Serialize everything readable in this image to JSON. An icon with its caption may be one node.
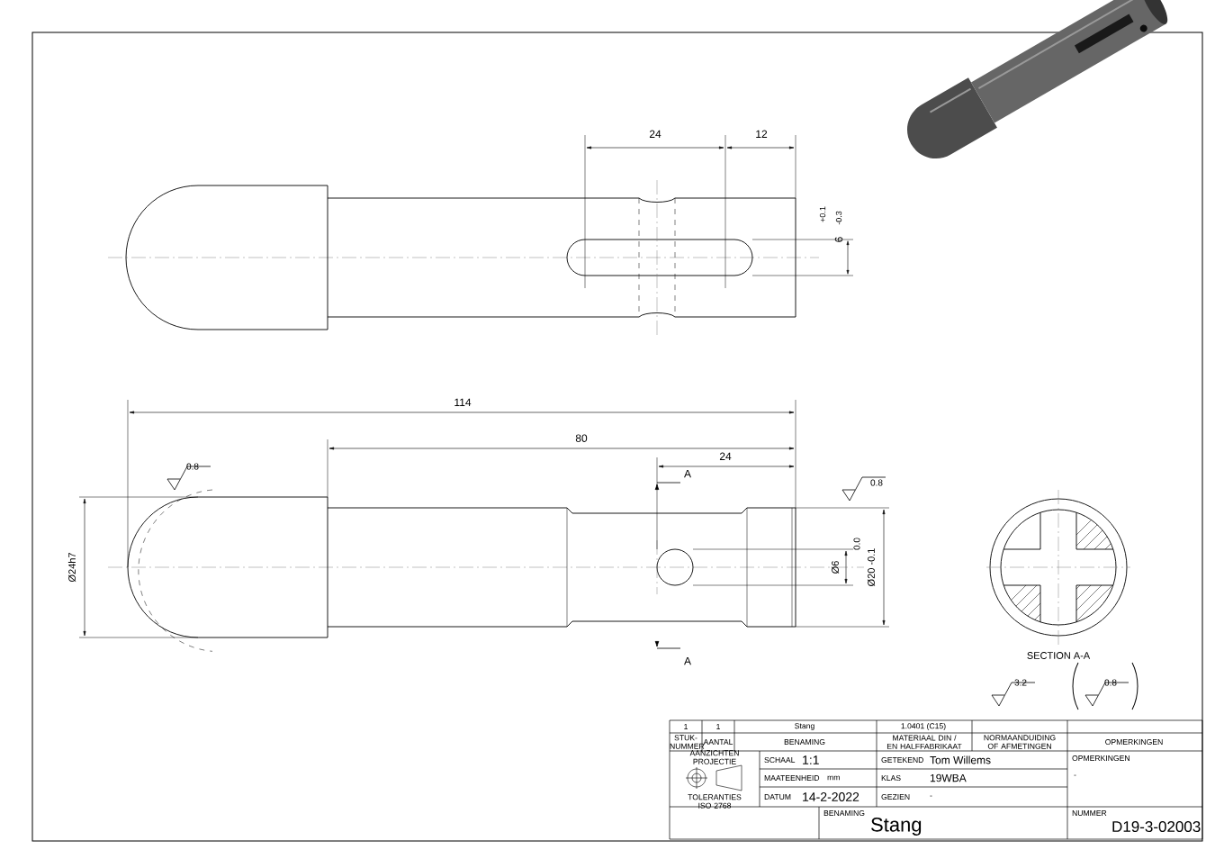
{
  "diagram": {
    "labels": [
      "24",
      "12",
      "6",
      "+0.1",
      "-0.3",
      "114",
      "80",
      "24",
      "A",
      "A",
      "0.8",
      "0.8",
      "Ø24h7",
      "Ø6",
      "0.0",
      "Ø20 -0.1",
      "SECTION A-A",
      "3.2",
      "0.8",
      "1",
      "1",
      "Stang",
      "1.0401 (C15)",
      "STUK-NUMMER",
      "AANTAL",
      "BENAMING",
      "MATERIAAL DIN / EN HALFFABRIKAAT",
      "NORMAANDUIDING OF AFMETINGEN",
      "OPMERKINGEN",
      "AANZICHTEN PROJECTIE",
      "TOLERANTIES ISO 2768",
      "SCHAAL",
      "1:1",
      "MAATEENHEID",
      "mm",
      "DATUM",
      "14-2-2022",
      "GETEKEND",
      "Tom Willems",
      "KLAS",
      "19WBA",
      "GEZIEN",
      "-",
      "OPMERKINGEN",
      "-",
      "BENAMING",
      "Stang",
      "NUMMER",
      "D19-3-02003"
    ]
  }
}
